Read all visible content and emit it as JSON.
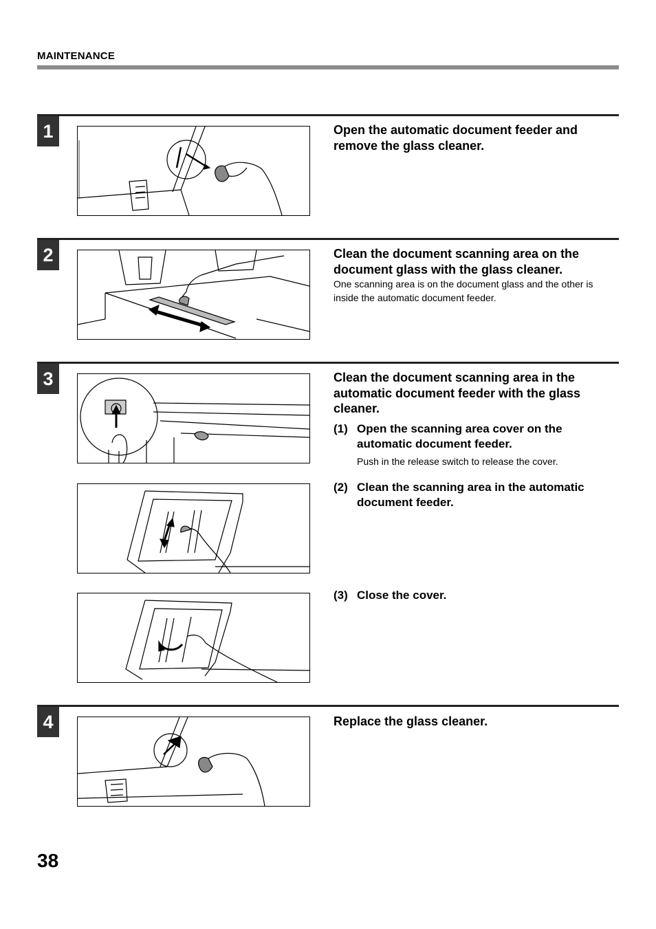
{
  "header": {
    "section": "MAINTENANCE"
  },
  "steps": [
    {
      "number": "1",
      "heading": "Open the automatic document feeder and remove the glass cleaner."
    },
    {
      "number": "2",
      "heading": "Clean the document scanning area on the document glass with the glass cleaner.",
      "body": "One scanning area is on the document glass and the other is inside the automatic document feeder."
    },
    {
      "number": "3",
      "heading": "Clean the document scanning area in the automatic document feeder with the glass cleaner.",
      "substeps": [
        {
          "num": "(1)",
          "text": "Open the scanning area cover on the automatic document feeder.",
          "note": "Push in the release switch to release the cover."
        },
        {
          "num": "(2)",
          "text": "Clean the scanning area in the automatic document feeder."
        },
        {
          "num": "(3)",
          "text": "Close the cover."
        }
      ]
    },
    {
      "number": "4",
      "heading": "Replace the glass cleaner."
    }
  ],
  "footer": {
    "page_number": "38"
  }
}
